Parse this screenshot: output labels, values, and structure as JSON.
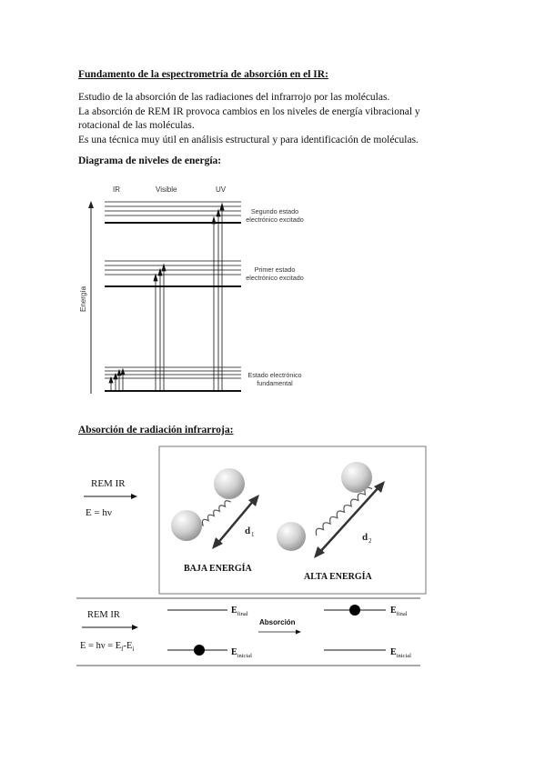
{
  "section1": {
    "title": "Fundamento de la espectrometría de absorción en el IR:",
    "lines": [
      "Estudio de la absorción de las radiaciones del infrarrojo por las moléculas.",
      "La absorción de REM IR provoca cambios en los niveles de energía vibracional y",
      "rotacional de las moléculas.",
      "Es una técnica muy útil en análisis estructural y para identificación de moléculas."
    ]
  },
  "section2": {
    "title": "Diagrama de niveles de energía:",
    "diagram": {
      "columns": [
        "IR",
        "Visible",
        "UV"
      ],
      "axis_label": "Energía",
      "states": [
        [
          "Segundo estado",
          "electrónico excitado"
        ],
        [
          "Primer estado",
          "electrónico excitado"
        ],
        [
          "Estado electrónico",
          "fundamental"
        ]
      ]
    }
  },
  "section3": {
    "title": "Absorción de radiación infrarroja:",
    "figure1": {
      "rem_label": "REM IR",
      "energy_eq": "E = hν",
      "d1": "d",
      "d1_sub": "1",
      "d2": "d",
      "d2_sub": "2",
      "low": "BAJA ENERGÍA",
      "high": "ALTA ENERGÍA"
    },
    "figure2": {
      "rem_label": "REM IR",
      "eq_main": "E = hν = E",
      "eq_sub_f": "f",
      "eq_minus": "-E",
      "eq_sub_i": "i",
      "e_letter": "E",
      "final_sub": "final",
      "initial_sub": "inicial",
      "absorption": "Absorción"
    }
  }
}
